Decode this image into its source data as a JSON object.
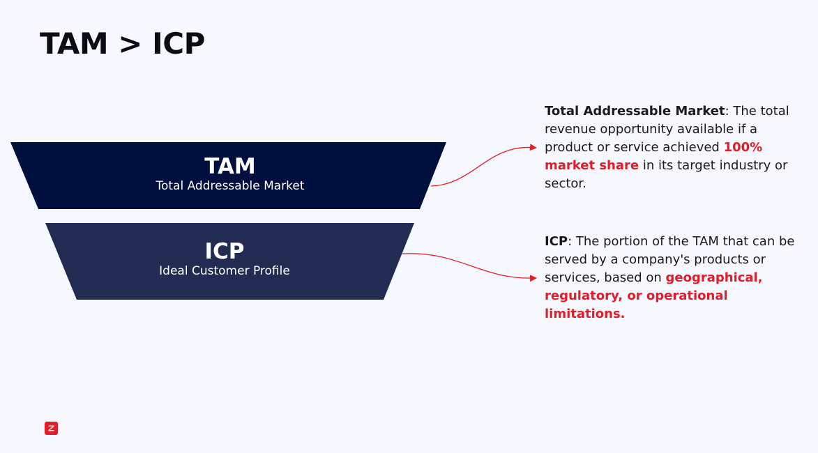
{
  "title": "TAM > ICP",
  "colors": {
    "tam_fill": "#000f3d",
    "icp_fill": "#222c52",
    "accent": "#e11d2a",
    "background": "#f7f8fd"
  },
  "tam": {
    "abbr": "TAM",
    "full": "Total Addressable Market",
    "desc_term": "Total Addressable Market",
    "desc_pre": ": The total revenue opportunity available if a product or service achieved ",
    "desc_highlight": "100% market share",
    "desc_post": " in its target industry or sector."
  },
  "icp": {
    "abbr": "ICP",
    "full": "Ideal Customer Profile",
    "desc_term": "ICP",
    "desc_pre": ": The portion of the TAM that can be served by a company's products or services, based on ",
    "desc_highlight": "geographical, regulatory, or operational limitations.",
    "desc_post": ""
  },
  "logo": {
    "icon": "zoominfo-logo-icon"
  }
}
